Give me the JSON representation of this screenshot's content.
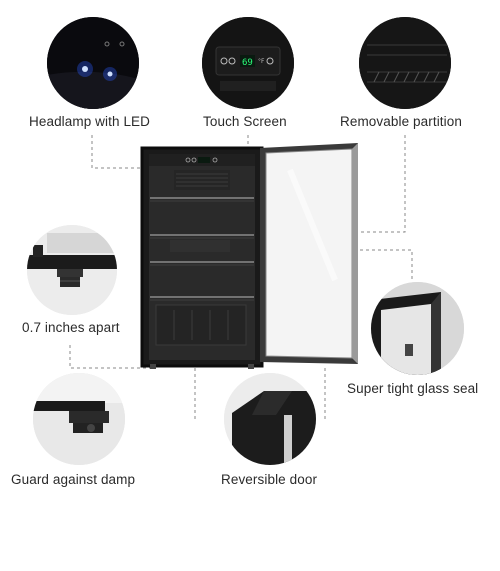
{
  "features": {
    "headlamp": "Headlamp with LED",
    "touch_screen": "Touch Screen",
    "partition": "Removable partition",
    "spacing": "0.7 inches apart",
    "glass_seal": "Super tight glass seal",
    "damp_guard": "Guard against damp",
    "door": "Reversible door"
  },
  "display": {
    "temperature": "69",
    "unit": "°F"
  }
}
